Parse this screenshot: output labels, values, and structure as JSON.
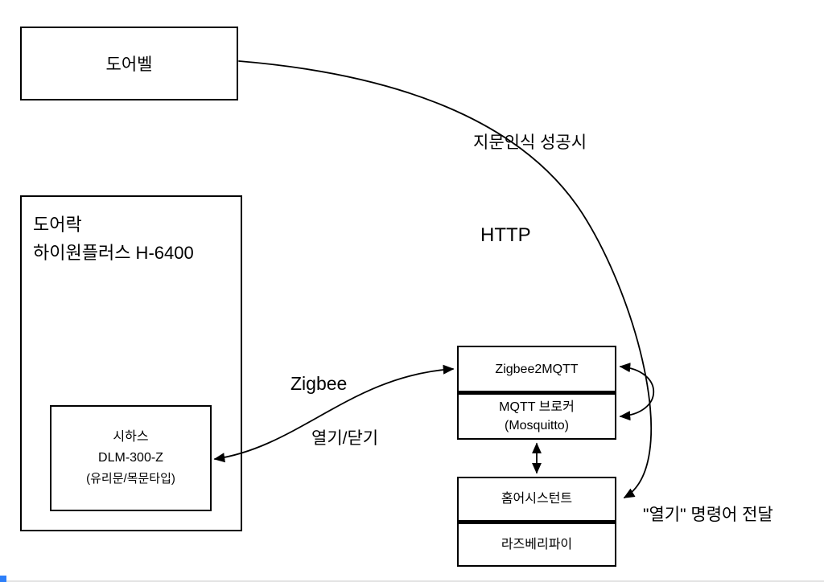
{
  "nodes": {
    "doorbell": {
      "label": "도어벨"
    },
    "doorlock": {
      "line1": "도어락",
      "line2": "하이원플러스 H-6400"
    },
    "sihas": {
      "line1": "시하스",
      "line2": "DLM-300-Z",
      "line3": "(유리문/목문타입)"
    },
    "zigbee2mqtt": {
      "top": "Zigbee2MQTT",
      "bottom1": "MQTT 브로커",
      "bottom2": "(Mosquitto)"
    },
    "homeassistant": {
      "top": "홈어시스턴트",
      "bottom": "라즈베리파이"
    }
  },
  "edge_labels": {
    "fingerprint": "지문인식 성공시",
    "protocol_http": "HTTP",
    "protocol_zigbee": "Zigbee",
    "open_close": "열기/닫기",
    "open_command": "\"열기\" 명령어 전달"
  },
  "colors": {
    "stroke": "#000000",
    "canvas_background": "#ffffff",
    "scroll_accent": "#2d7ff9"
  }
}
